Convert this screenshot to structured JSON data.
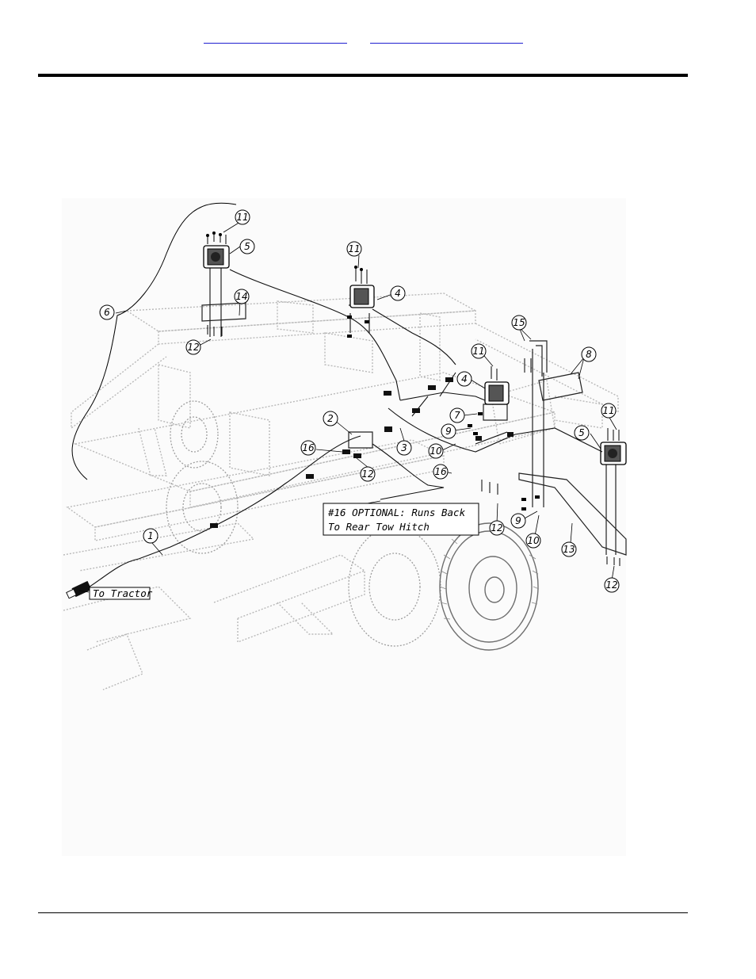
{
  "header": {
    "links": [
      "",
      ""
    ]
  },
  "diagram": {
    "callouts": [
      "1",
      "2",
      "3",
      "4",
      "4",
      "5",
      "5",
      "6",
      "7",
      "8",
      "9",
      "9",
      "10",
      "10",
      "11",
      "11",
      "11",
      "11",
      "12",
      "12",
      "12",
      "12",
      "13",
      "14",
      "15",
      "16",
      "16"
    ],
    "labels": {
      "to_tractor": "To Tractor",
      "note_line1": "#16 OPTIONAL: Runs Back",
      "note_line2": "To Rear Tow Hitch"
    }
  }
}
